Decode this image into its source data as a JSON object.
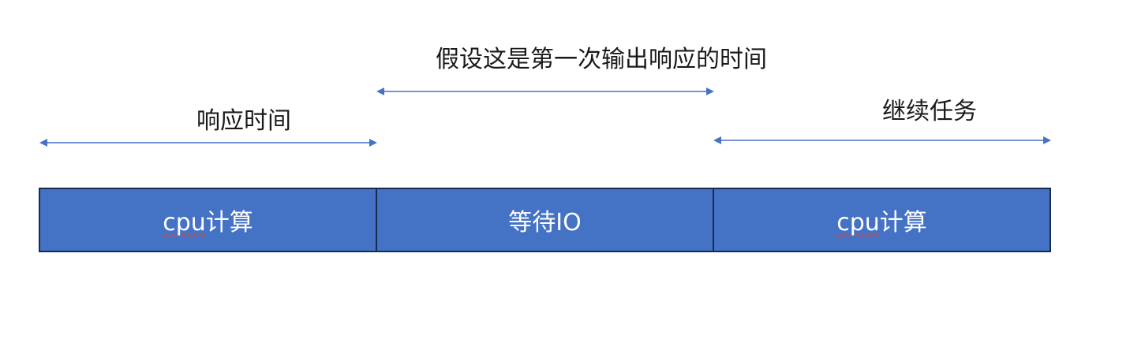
{
  "diagram": {
    "colors": {
      "bar_fill": "#4472c4",
      "bar_border": "#172c51",
      "arrow": "#4472c4",
      "label_text": "#1a1a1a",
      "segment_text": "#ffffff",
      "spellcheck_underline": "#e0443e"
    },
    "segments": [
      {
        "prefix": "cpu",
        "suffix": "计算",
        "full": "cpu计算"
      },
      {
        "prefix": "",
        "suffix": "等待IO",
        "full": "等待IO"
      },
      {
        "prefix": "cpu",
        "suffix": "计算",
        "full": "cpu计算"
      }
    ],
    "spans": [
      {
        "label": "响应时间",
        "from_segment": 0,
        "to_segment": 0
      },
      {
        "label": "假设这是第一次输出响应的时间",
        "from_segment": 1,
        "to_segment": 1
      },
      {
        "label": "继续任务",
        "from_segment": 2,
        "to_segment": 2
      }
    ]
  }
}
